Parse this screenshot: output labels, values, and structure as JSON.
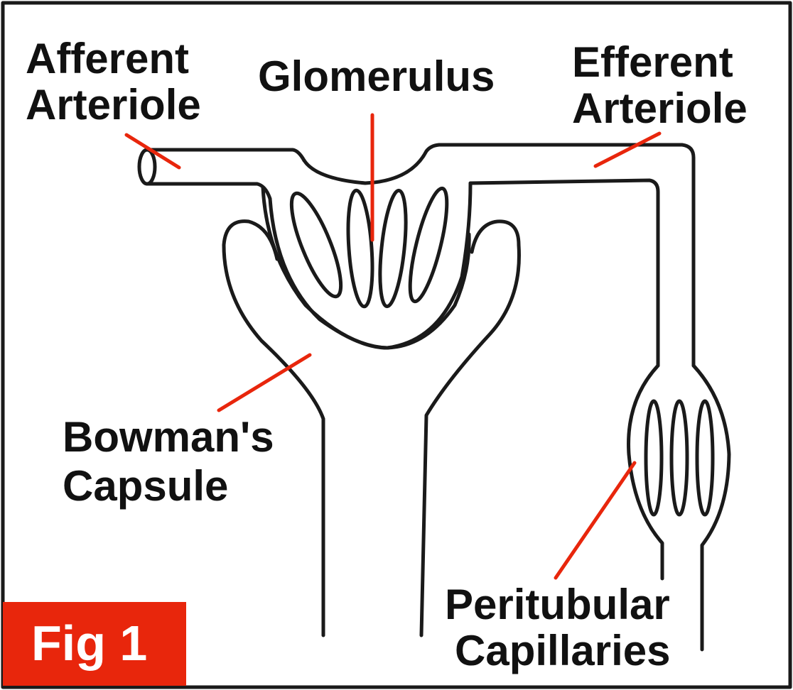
{
  "labels": {
    "afferent_line1": "Afferent",
    "afferent_line2": "Arteriole",
    "glomerulus": "Glomerulus",
    "efferent_line1": "Efferent",
    "efferent_line2": "Arteriole",
    "bowman_line1": "Bowman's",
    "bowman_line2": "Capsule",
    "peritubular_line1": "Peritubular",
    "peritubular_line2": "Capillaries"
  },
  "figure_tag": "Fig 1",
  "colors": {
    "outline": "#1a1a1a",
    "pointer": "#e8260c",
    "tag_background": "#e8260c",
    "tag_text": "#ffffff",
    "text": "#111111"
  }
}
